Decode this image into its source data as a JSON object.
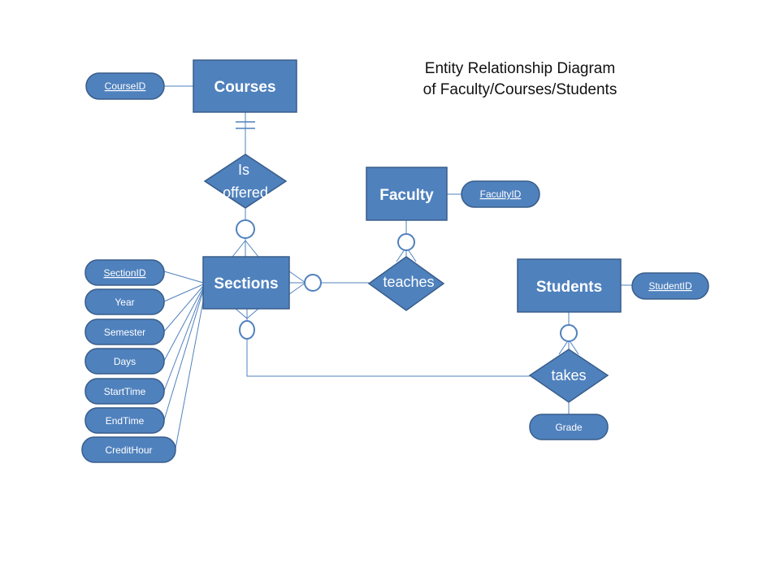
{
  "title": {
    "line1": "Entity Relationship Diagram",
    "line2": "of Faculty/Courses/Students"
  },
  "entities": {
    "courses": "Courses",
    "faculty": "Faculty",
    "sections": "Sections",
    "students": "Students"
  },
  "relationships": {
    "is_offered_line1": "Is",
    "is_offered_line2": "offered",
    "teaches": "teaches",
    "takes": "takes"
  },
  "attributes": {
    "course_id": "CourseID",
    "faculty_id": "FacultyID",
    "student_id": "StudentID",
    "section_id": "SectionID",
    "year": "Year",
    "semester": "Semester",
    "days": "Days",
    "start_time": "StartTime",
    "end_time": "EndTime",
    "credit_hour": "CreditHour",
    "grade": "Grade"
  },
  "colors": {
    "shape_fill": "#4f81bd",
    "shape_border": "#385d8a",
    "connector": "#4f81bd",
    "label": "#ffffff"
  }
}
